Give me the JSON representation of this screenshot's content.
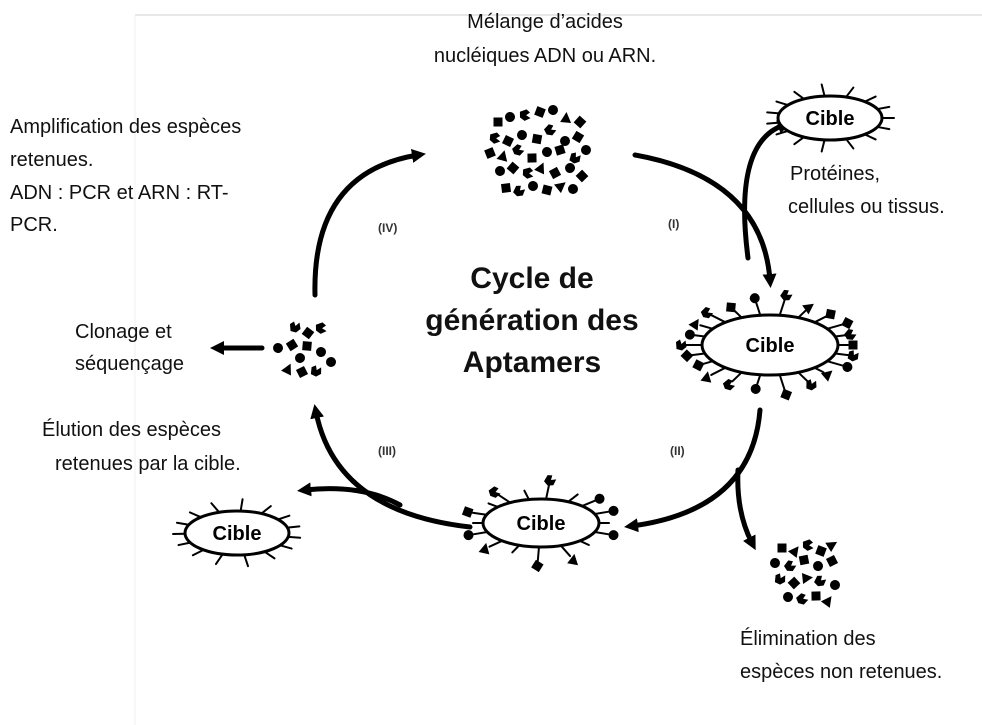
{
  "mixture": {
    "line1": "Mélange d’acides",
    "line2": "nucléiques ADN ou ARN."
  },
  "amplification": {
    "line1": "Amplification des espèces",
    "line2": "retenues.",
    "line3": "ADN : PCR et ARN : RT-",
    "line4": "PCR."
  },
  "target_info": {
    "line1": "Protéines,",
    "line2": "cellules ou tissus."
  },
  "title": {
    "line1": "Cycle de",
    "line2": "génération des",
    "line3": "Aptamers"
  },
  "cloning": {
    "line1": "Clonage et",
    "line2": "séquençage"
  },
  "elution": {
    "line1": "Élution des espèces",
    "line2": "retenues par la cible."
  },
  "elimination": {
    "line1": "Élimination des",
    "line2": "espèces non retenues."
  },
  "steps": {
    "i": "(I)",
    "ii": "(II)",
    "iii": "(III)",
    "iv": "(IV)"
  },
  "targets": {
    "top": "Cible",
    "complex": "Cible",
    "bound": "Cible",
    "eluted": "Cible"
  }
}
